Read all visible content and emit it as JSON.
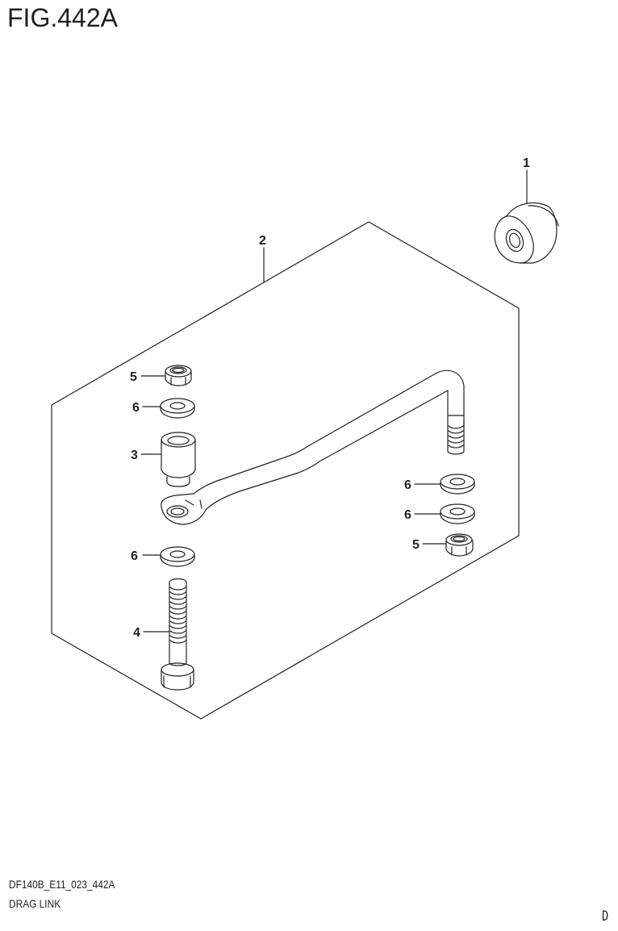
{
  "figure": {
    "title": "FIG.442A",
    "code": "DF140B_E11_023_442A",
    "name": "DRAG LINK",
    "page_mark": "D"
  },
  "callouts": {
    "part_1": "1",
    "part_2": "2",
    "part_3": "3",
    "part_4": "4",
    "part_5_top": "5",
    "part_5_right": "5",
    "part_6_top": "6",
    "part_6_lower_left": "6",
    "part_6_right_upper": "6",
    "part_6_right_lower": "6"
  },
  "parts": [
    {
      "ref": "1",
      "shape": "bushing"
    },
    {
      "ref": "2",
      "shape": "drag-link-assembly"
    },
    {
      "ref": "3",
      "shape": "collar-spacer"
    },
    {
      "ref": "4",
      "shape": "bolt"
    },
    {
      "ref": "5",
      "shape": "lock-nut"
    },
    {
      "ref": "6",
      "shape": "washer"
    }
  ],
  "colors": {
    "line": "#231f20",
    "background": "#ffffff"
  }
}
